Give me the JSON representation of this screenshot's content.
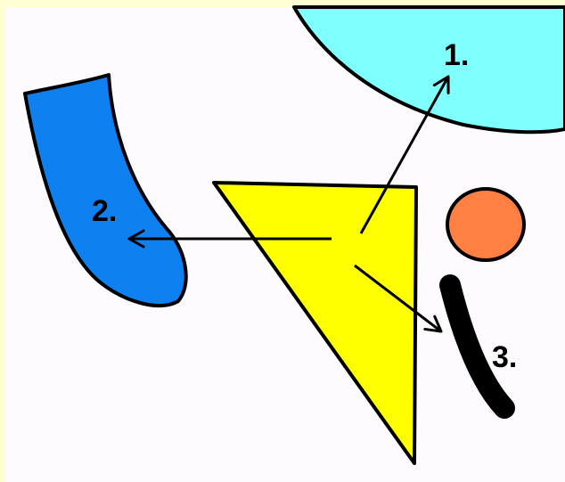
{
  "diagram": {
    "background_color": "#fefed0",
    "panel_color": "#fdfbfd",
    "outline_color": "#000000",
    "shapes": [
      {
        "name": "cyan-blob",
        "color": "#80ffff"
      },
      {
        "name": "blue-blob",
        "color": "#0f80f0"
      },
      {
        "name": "yellow-triangle",
        "color": "#ffff00"
      },
      {
        "name": "orange-circle",
        "color": "#ff8040"
      },
      {
        "name": "black-bar",
        "color": "#000000"
      }
    ],
    "labels": {
      "one": "1.",
      "two": "2.",
      "three": "3."
    }
  }
}
